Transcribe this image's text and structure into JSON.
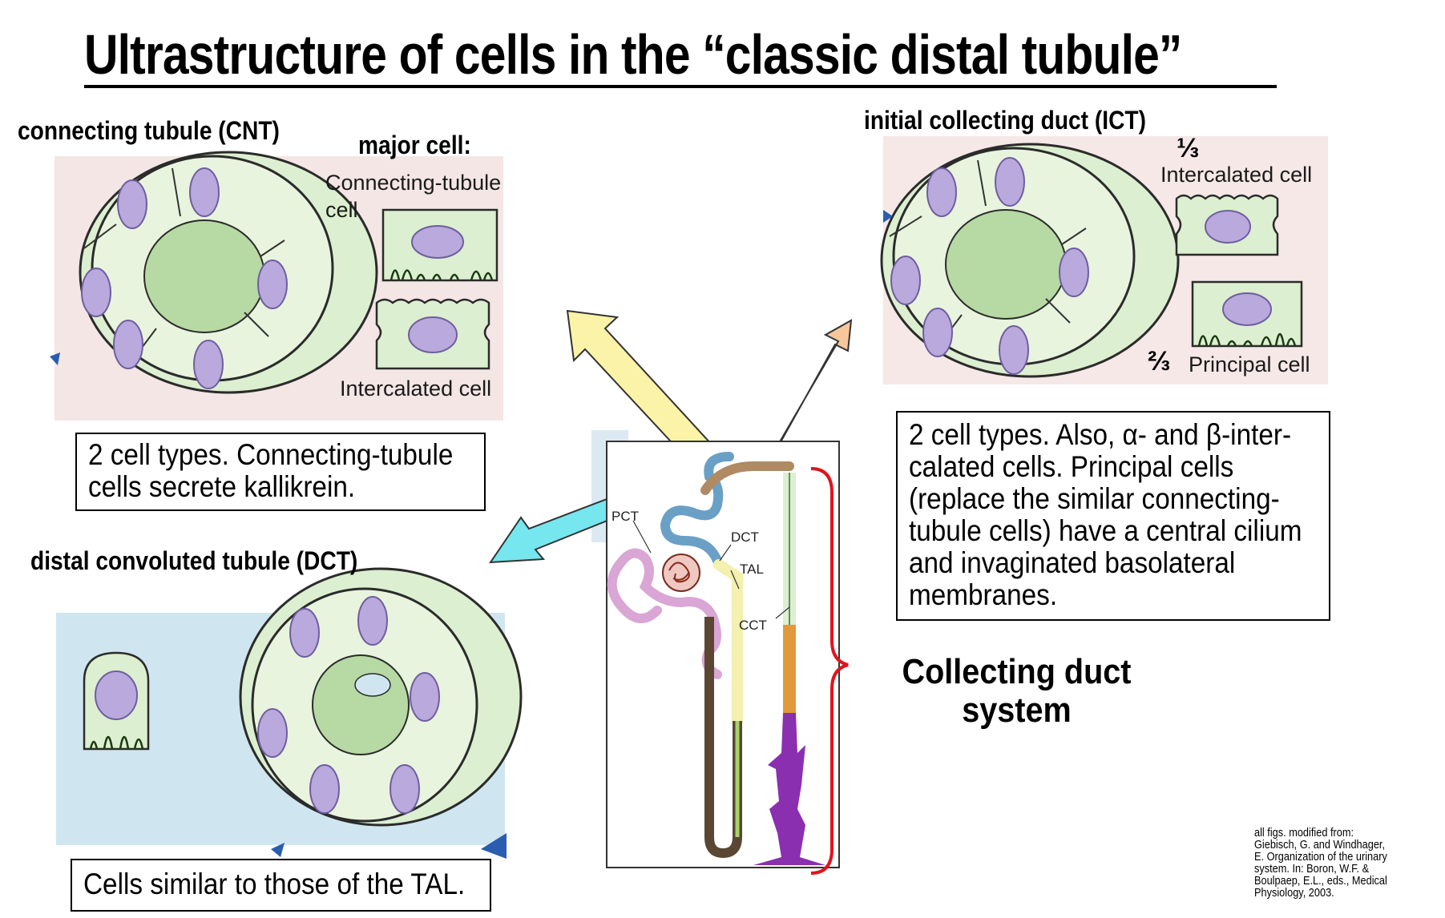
{
  "title": "Ultrastructure of cells in the “classic distal tubule”",
  "cnt": {
    "heading": "connecting tubule (CNT)",
    "major_cell_label": "major cell:",
    "connecting_cell_label_1": "Connecting-tubule",
    "connecting_cell_label_2": "cell",
    "intercalated_label": "Intercalated cell",
    "note_line1": "2 cell types. Connecting-tubule",
    "note_line2": "cells secrete kallikrein."
  },
  "ict": {
    "heading": "initial collecting duct (ICT)",
    "intercalated_fraction": "⅓",
    "intercalated_label": "Intercalated cell",
    "principal_fraction": "⅔",
    "principal_label": "Principal cell",
    "note_lines": [
      "2 cell types. Also, α- and β-inter-",
      "calated cells. Principal cells",
      "(replace the similar connecting-",
      "tubule cells) have a central cilium",
      "and invaginated basolateral",
      "membranes."
    ]
  },
  "dct": {
    "heading": "distal convoluted tubule (DCT)",
    "note": "Cells similar to those of the TAL."
  },
  "nephron_labels": {
    "pct": "PCT",
    "dct": "DCT",
    "tal": "TAL",
    "cct": "CCT"
  },
  "collecting_duct_label_line1": "Collecting duct",
  "collecting_duct_label_line2": "system",
  "citation_lines": [
    "all figs. modified from:",
    "Giebisch, G. and Windhager,",
    "E. Organization of the urinary",
    "system. In: Boron, W.F. &",
    "Boulpaep, E.L., eds., Medical",
    "Physiology, 2003."
  ],
  "colors": {
    "cell_green": "#dcefd0",
    "nucleus_lavender": "#b9a9dc",
    "cnt_bg": "#f3e6e4",
    "dct_bg": "#cfe6f0",
    "arrow_yellow": "#fbf4a8",
    "arrow_peach": "#f7c79b",
    "arrow_cyan": "#76e6ef",
    "brace_red": "#e0141e",
    "duct_purple": "#8a2fb0",
    "duct_orange": "#e09a3a"
  }
}
